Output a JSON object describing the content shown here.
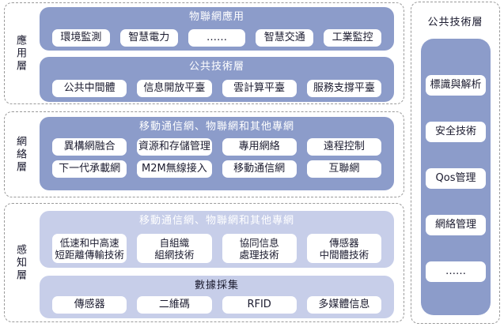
{
  "colors": {
    "blue": "#8C9CCA",
    "lavender": "#C7CEE9",
    "item-bg": "#FFFFFF",
    "text-dark": "#1B1B2F",
    "header-light": "#FFFFFF",
    "frame-border": "#9A9A9A"
  },
  "layers": {
    "application": {
      "label": "應用層",
      "iot_apps": {
        "title": "物聯網應用",
        "items": [
          "環境監測",
          "智慧電力",
          "……",
          "智慧交通",
          "工業監控"
        ]
      },
      "public_tech": {
        "title": "公共技術層",
        "items": [
          "公共中間體",
          "信息開放平臺",
          "雲計算平臺",
          "服務支撐平臺"
        ]
      }
    },
    "network": {
      "label": "網絡層",
      "networks": {
        "title": "移動通信網、物聯網和其他專網",
        "row1": [
          "異構網融合",
          "資源和存儲管理",
          "專用網絡",
          "遠程控制"
        ],
        "row2": [
          "下一代承載網",
          "M2M無線接入",
          "移動通信網",
          "互聯網"
        ]
      }
    },
    "perception": {
      "label": "感知層",
      "transmission": {
        "title": "移動通信網、物聯網和其他專網",
        "items": [
          "低速和中高速\n短距離傳輸技術",
          "自組織\n組網技術",
          "協同信息\n處理技術",
          "傳感器\n中間體技術"
        ]
      },
      "data_collection": {
        "title": "數據採集",
        "items": [
          "傳感器",
          "二維碼",
          "RFID",
          "多媒體信息"
        ]
      }
    }
  },
  "side_panel": {
    "title": "公共技術層",
    "items": [
      "標識與解析",
      "安全技術",
      "Qos管理",
      "網絡管理",
      "……"
    ]
  }
}
